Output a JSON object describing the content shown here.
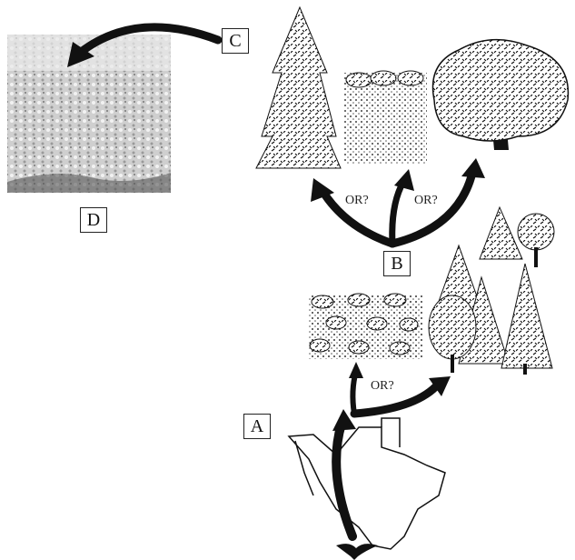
{
  "labels": {
    "a": "A",
    "b": "B",
    "c": "C",
    "d": "D"
  },
  "or_text": {
    "left": "OR?",
    "right": "OR?",
    "lower": "OR?"
  },
  "colors": {
    "ink": "#111111",
    "photo_bg": "#d8d8d8",
    "paper": "#ffffff"
  }
}
